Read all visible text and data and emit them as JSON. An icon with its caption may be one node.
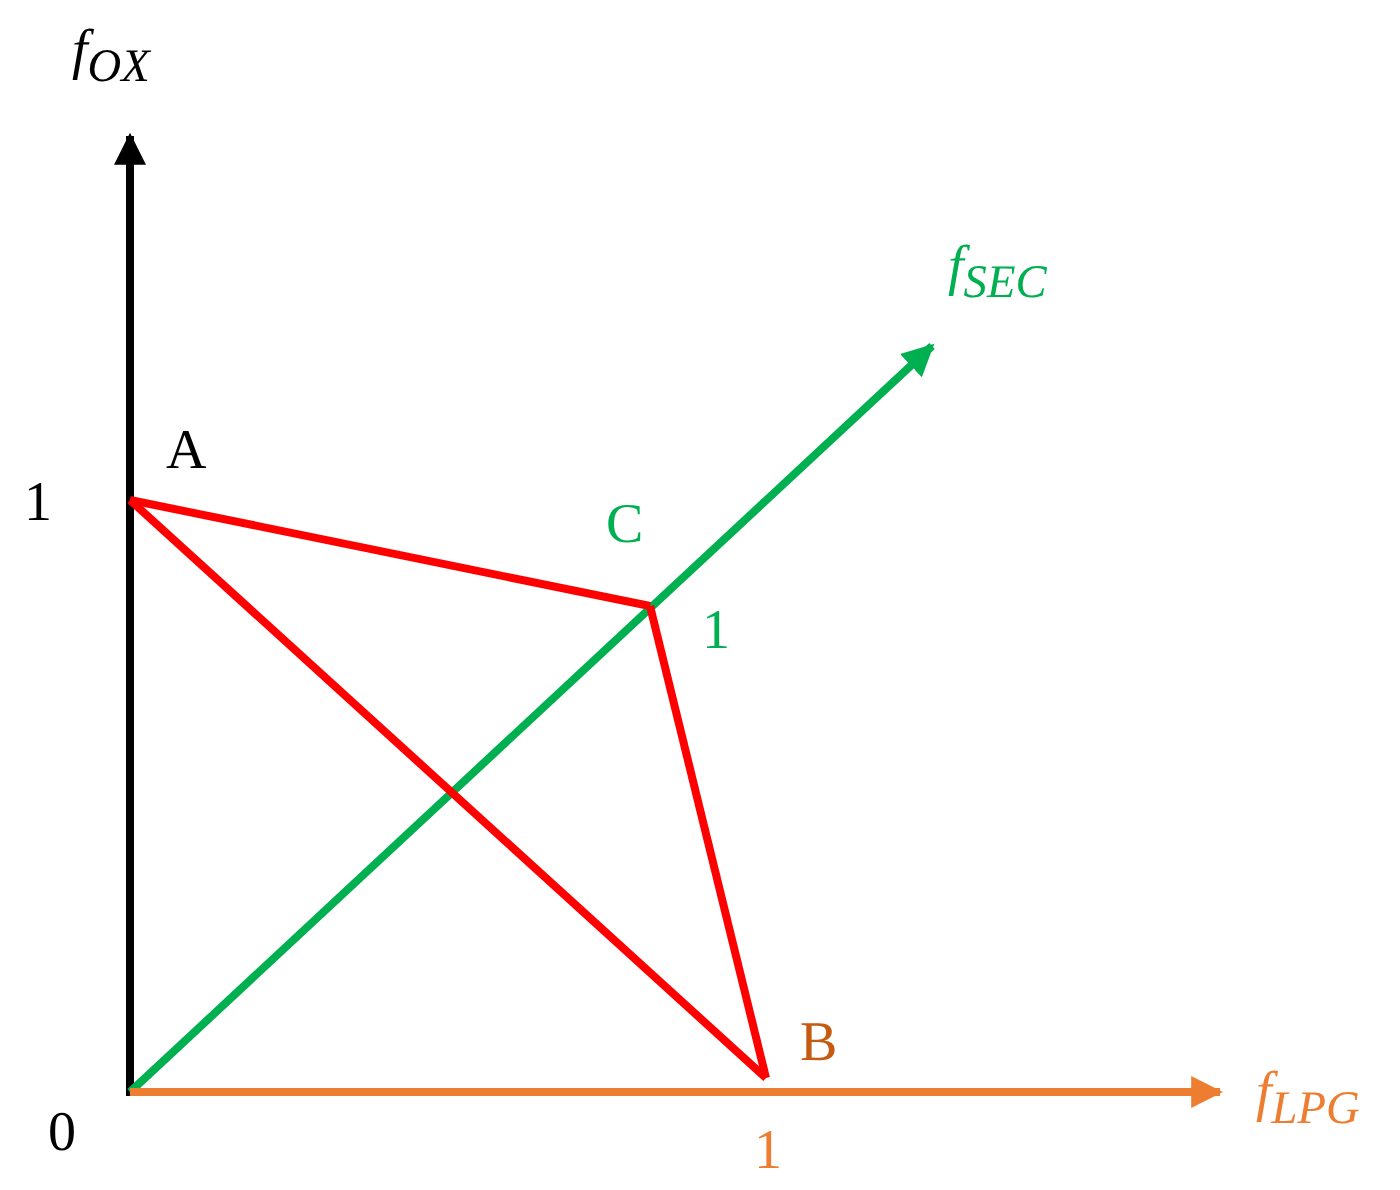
{
  "diagram": {
    "nodes": [
      {
        "text": [
          "A"
        ]
      },
      {
        "text": [
          "C"
        ]
      },
      {
        "text": [
          "B"
        ]
      }
    ],
    "edges": [
      {
        "from": 0,
        "to": 1,
        "arrow": "none"
      },
      {
        "from": 1,
        "to": 2,
        "arrow": "none"
      },
      {
        "from": 0,
        "to": 2,
        "arrow": "none"
      }
    ],
    "labels": [
      "f$_{OX}$",
      "1",
      "f$_{SEC}$",
      "1",
      "0",
      "1",
      "f$_{LPG}$"
    ]
  }
}
